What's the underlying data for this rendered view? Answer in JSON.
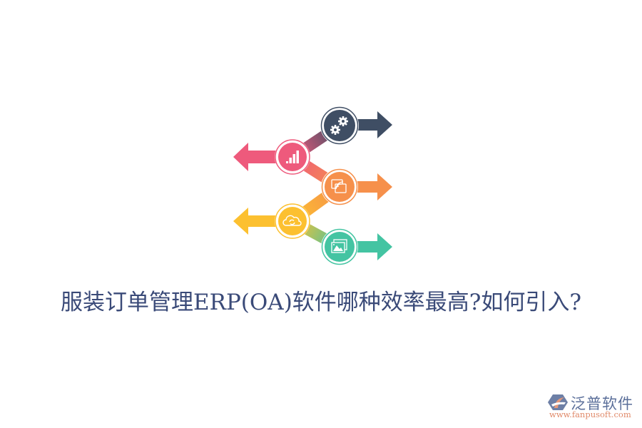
{
  "title": "服装订单管理ERP(OA)软件哪种效率最高?如何引入?",
  "diagram": {
    "type": "zigzag-arrow-infographic",
    "steps": [
      {
        "icon": "gears-icon",
        "direction": "right",
        "color": "#3f4e64"
      },
      {
        "icon": "bar-chart-icon",
        "direction": "left",
        "color": "#ee5a7c"
      },
      {
        "icon": "wireless-screen-icon",
        "direction": "right",
        "color": "#f6904b"
      },
      {
        "icon": "cloud-sync-icon",
        "direction": "left",
        "color": "#fcc030"
      },
      {
        "icon": "image-gallery-icon",
        "direction": "right",
        "color": "#44c4a2"
      }
    ]
  },
  "brand": {
    "name": "泛普软件",
    "url": "www.fanpusoft.com",
    "colors": {
      "blue": "#5b6f9a",
      "orange": "#e08a6a"
    }
  }
}
